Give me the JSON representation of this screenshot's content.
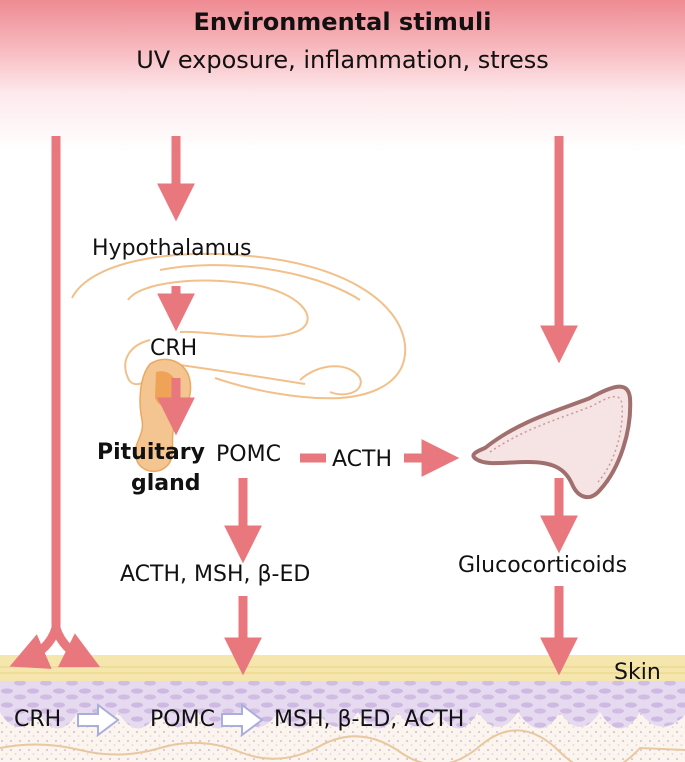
{
  "header": {
    "title": "Environmental stimuli",
    "subtitle": "UV exposure, inflammation, stress"
  },
  "labels": {
    "hypothalamus": "Hypothalamus",
    "crh": "CRH",
    "pituitary_line1": "Pituitary",
    "pituitary_line2": "gland",
    "pomc": "POMC",
    "acth": "ACTH",
    "pituitary_products": "ACTH, MSH, β-ED",
    "glucocorticoids": "Glucocorticoids",
    "skin": "Skin"
  },
  "skin_pathway": {
    "step1": "CRH",
    "step2": "POMC",
    "step3": "MSH, β-ED, ACTH"
  },
  "colors": {
    "arrow": "#e9777e",
    "header": "#ef8a92",
    "brain_outline": "#f2c08a",
    "pituitary_fill": "#f0b46a",
    "adrenal_outline": "#a0706e",
    "adrenal_fill": "#f6e3e3",
    "skin_band": "#f5e6ad",
    "epidermis": "#d9c8e8",
    "dermis_line": "#e8c8a0"
  }
}
